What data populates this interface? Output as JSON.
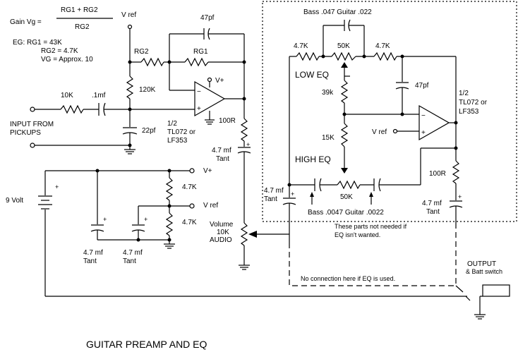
{
  "formula": {
    "gain": "Gain Vg =",
    "numerator": "RG1 + RG2",
    "denominator": "RG2",
    "eg1": "EG: RG1 = 43K",
    "eg2": "RG2 = 4.7K",
    "eg3": "VG = Approx. 10"
  },
  "preamp": {
    "vref": "V ref",
    "c47pf": "47pf",
    "rg2": "RG2",
    "rg1": "RG1",
    "vplus_small": "V+",
    "r10k": "10K",
    "c1mf": ".1mf",
    "r120k": "120K",
    "c22pf": "22pf",
    "opamp_half": "1/2",
    "opamp_type1": "TL072 or",
    "opamp_type2": "LF353",
    "r100": "100R",
    "cap_tant1": "4.7 mf",
    "cap_tant2": "Tant",
    "input1": "INPUT FROM",
    "input2": "PICKUPS"
  },
  "supply": {
    "battery": "9 Volt",
    "vplus": "V+",
    "vref": "V ref",
    "r47k_top": "4.7K",
    "r47k_bot": "4.7K",
    "cap1_a": "4.7 mf",
    "cap1_b": "Tant",
    "cap2_a": "4.7 mf",
    "cap2_b": "Tant"
  },
  "volume": {
    "label1": "Volume",
    "label2": "10K",
    "label3": "AUDIO"
  },
  "eq": {
    "bass_top": "Bass .047 Guitar .022",
    "r47k_left": "4.7K",
    "r50k_top": "50K",
    "r47k_right": "4.7K",
    "low_eq": "LOW EQ",
    "r39k": "39k",
    "c47pf": "47pf",
    "opamp_half": "1/2",
    "opamp_type1": "TL072 or",
    "opamp_type2": "LF353",
    "vref": "V ref",
    "r15k": "15K",
    "high_eq": "HIGH EQ",
    "cap_in1": "4.7 mf",
    "cap_in2": "Tant",
    "r50k_bot": "50K",
    "bass_bot": "Bass .0047 Guitar .0022",
    "r100": "100R",
    "cap_out1": "4.7 mf",
    "cap_out2": "Tant",
    "note1": "These parts not needed if",
    "note2": "EQ isn't wanted.",
    "noconn": "No connection here if EQ is used."
  },
  "output": {
    "label1": "OUTPUT",
    "label2": "& Batt switch"
  },
  "title": "GUITAR PREAMP AND EQ"
}
